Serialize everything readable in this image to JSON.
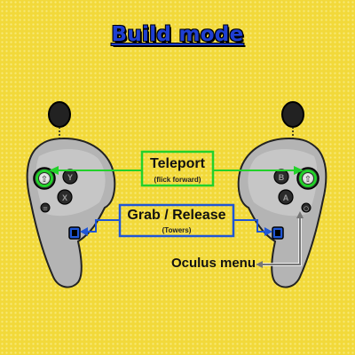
{
  "title": "Build mode",
  "labels": {
    "teleport": "Teleport",
    "teleport_sub": "(flick forward)",
    "grab": "Grab / Release",
    "grab_sub": "(Towers)",
    "oculus_menu": "Oculus menu"
  },
  "buttons": {
    "left_top": "Y",
    "left_bottom": "X",
    "right_top": "B",
    "right_bottom": "A",
    "stick_glyph": "⇧",
    "menu_glyph": "≡",
    "oculus_glyph": "○"
  },
  "colors": {
    "background": "#f2d93a",
    "title": "#1f3fd1",
    "teleport": "#22d12a",
    "grab": "#1f56d6",
    "oculus": "#7a7a7a",
    "controller": "#b4b4b4",
    "controller_dark": "#6b6b6b",
    "trigger": "#1c1c1c"
  },
  "icons": [
    "left-controller-icon",
    "right-controller-icon",
    "thumbstick-icon",
    "grip-button-icon",
    "oculus-button-icon",
    "menu-button-icon"
  ]
}
